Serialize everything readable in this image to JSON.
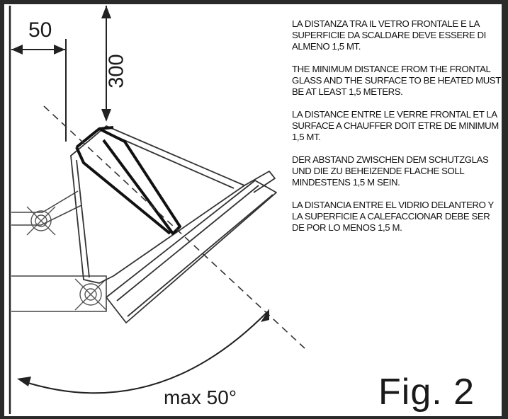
{
  "dimensions": {
    "horizontal_label": "50",
    "vertical_label": "300",
    "angle_label": "max 50°"
  },
  "figure_label": "Fig. 2",
  "notes": [
    "LA DISTANZA TRA IL VETRO FRONTALE E LA SUPERFICIE DA SCALDARE DEVE ESSERE DI ALMENO 1,5 MT.",
    "THE MINIMUM DISTANCE FROM THE FRONTAL GLASS AND THE SURFACE TO BE HEATED MUST BE AT LEAST 1,5 METERS.",
    "LA DISTANCE ENTRE LE VERRE FRONTAL ET LA SURFACE A CHAUFFER DOIT ETRE DE MINIMUM 1,5 MT.",
    "DER ABSTAND ZWISCHEN DEM SCHUTZGLAS UND DIE ZU BEHEIZENDE FLACHE SOLL MINDESTENS 1,5 M SEIN.",
    "LA DISTANCIA ENTRE EL VIDRIO DELANTERO Y LA SUPERFICIE A CALEFACCIONAR DEBE SER DE POR LO MENOS 1,5 M."
  ]
}
